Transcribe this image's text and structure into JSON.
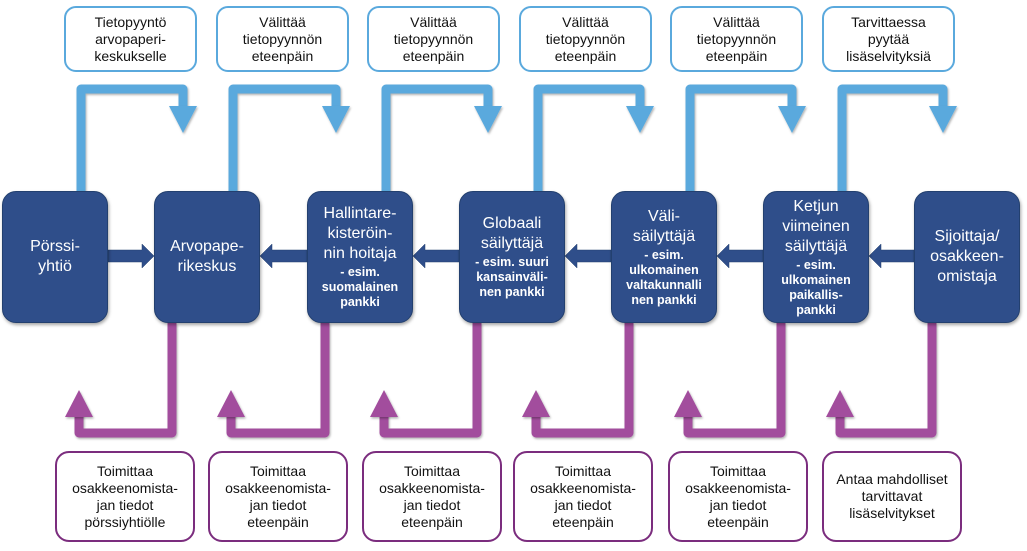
{
  "diagram": {
    "colors": {
      "node_fill": "#2f4e8a",
      "request_arrow": "#5aa9dd",
      "response_arrow": "#a24e9d",
      "response_box_border": "#7b2d7e",
      "request_box_border": "#5aa9dd"
    },
    "nodes": [
      {
        "title": "Pörssi-\nyhtiö",
        "sub": ""
      },
      {
        "title": "Arvopape-\nrikeskus",
        "sub": ""
      },
      {
        "title": "Hallintare-\nkisteröin-\nnin hoitaja",
        "sub": "- esim.\nsuomalainen\npankki"
      },
      {
        "title": "Globaali\nsäilyttäjä",
        "sub": "- esim. suuri\nkansainväli-\nnen pankki"
      },
      {
        "title": "Väli-\nsäilyttäjä",
        "sub": "- esim.\nulkomainen\nvaltakunnalli\nnen pankki"
      },
      {
        "title": "Ketjun\nviimeinen\nsäilyttäjä",
        "sub": "- esim.\nulkomainen\npaikallis-\npankki"
      },
      {
        "title": "Sijoittaja/\nosakkeen-\nomistaja",
        "sub": ""
      }
    ],
    "connectors": [
      {
        "from": 0,
        "to": 1,
        "direction": "right"
      },
      {
        "from": 2,
        "to": 1,
        "direction": "left"
      },
      {
        "from": 3,
        "to": 2,
        "direction": "left"
      },
      {
        "from": 4,
        "to": 3,
        "direction": "left"
      },
      {
        "from": 5,
        "to": 4,
        "direction": "left"
      },
      {
        "from": 6,
        "to": 5,
        "direction": "left"
      }
    ],
    "request_labels": [
      "Tietopyyntö\narvopaperi-\nkeskukselle",
      "Välittää\ntietopyynnön\neteenpäin",
      "Välittää\ntietopyynnön\neteenpäin",
      "Välittää\ntietopyynnön\neteenpäin",
      "Välittää\ntietopyynnön\neteenpäin",
      "Tarvittaessa\npyytää\nlisäselvityksiä"
    ],
    "response_labels": [
      "Toimittaa\nosakkeenomista-\njan tiedot\npörssiyhtiölle",
      "Toimittaa\nosakkeenomista-\njan tiedot\neteenpäin",
      "Toimittaa\nosakkeenomista-\njan tiedot\neteenpäin",
      "Toimittaa\nosakkeenomista-\njan tiedot\neteenpäin",
      "Toimittaa\nosakkeenomista-\njan tiedot\neteenpäin",
      "Antaa mahdolliset\ntarvittavat\nlisäselvitykset"
    ]
  }
}
